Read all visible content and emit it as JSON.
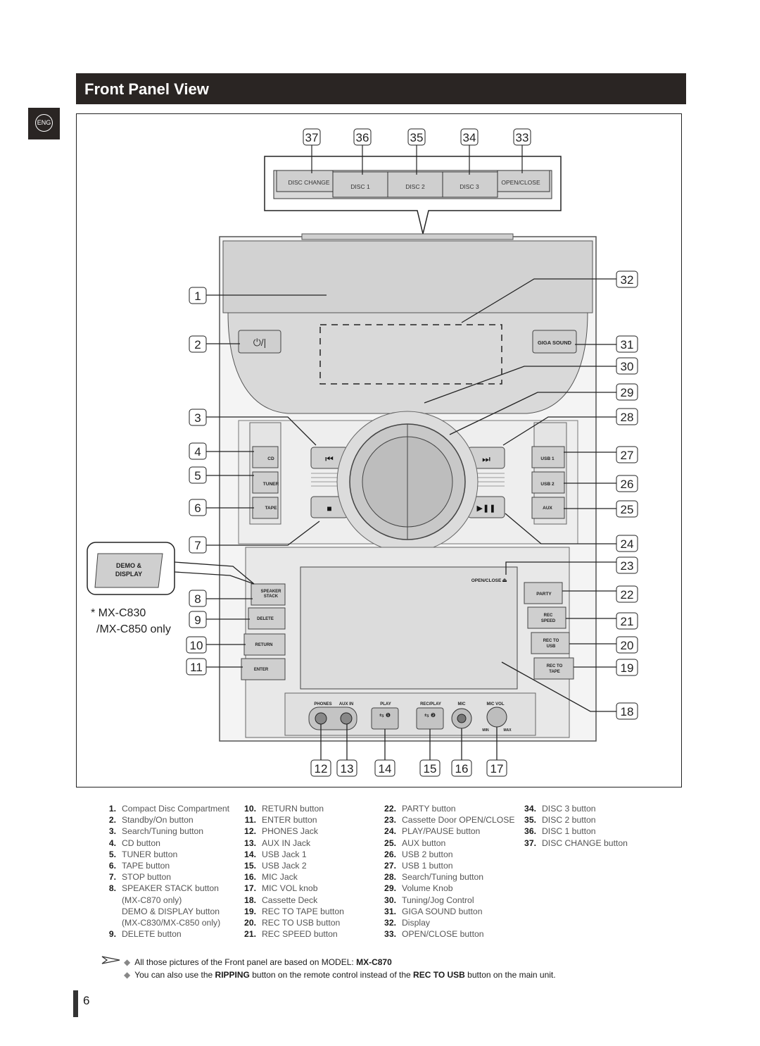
{
  "header": {
    "title": "Front Panel View",
    "lang": "ENG"
  },
  "buttons_top": {
    "disc_change": "DISC CHANGE",
    "disc1": "DISC 1",
    "disc2": "DISC 2",
    "disc3": "DISC 3",
    "open_close": "OPEN/CLOSE"
  },
  "panel_labels": {
    "giga_sound": "GIGA SOUND",
    "cd": "CD",
    "tuner": "TUNER",
    "tape": "TAPE",
    "usb1": "USB 1",
    "usb2": "USB 2",
    "aux": "AUX",
    "demo1": "DEMO &",
    "demo2": "DISPLAY",
    "speaker1": "SPEAKER",
    "speaker2": "STACK",
    "delete": "DELETE",
    "return": "RETURN",
    "enter": "ENTER",
    "party": "PARTY",
    "rec_speed1": "REC",
    "rec_speed2": "SPEED",
    "rec_usb1": "REC TO",
    "rec_usb2": "USB",
    "rec_tape1": "REC TO",
    "rec_tape2": "TAPE",
    "open_close_deck": "OPEN/CLOSE",
    "phones": "PHONES",
    "aux_in": "AUX IN",
    "play": "PLAY",
    "rec_play": "REC/PLAY",
    "mic": "MIC",
    "mic_vol": "MIC VOL",
    "min": "MIN",
    "max": "MAX",
    "model_note1": "* MX-C830",
    "model_note2": "/MX-C850 only"
  },
  "callouts": {
    "c1": "1",
    "c2": "2",
    "c3": "3",
    "c4": "4",
    "c5": "5",
    "c6": "6",
    "c7": "7",
    "c8": "8",
    "c9": "9",
    "c10": "10",
    "c11": "11",
    "c12": "12",
    "c13": "13",
    "c14": "14",
    "c15": "15",
    "c16": "16",
    "c17": "17",
    "c18": "18",
    "c19": "19",
    "c20": "20",
    "c21": "21",
    "c22": "22",
    "c23": "23",
    "c24": "24",
    "c25": "25",
    "c26": "26",
    "c27": "27",
    "c28": "28",
    "c29": "29",
    "c30": "30",
    "c31": "31",
    "c32": "32",
    "c33": "33",
    "c34": "34",
    "c35": "35",
    "c36": "36",
    "c37": "37"
  },
  "legend": [
    [
      {
        "num": "1.",
        "text": "Compact Disc Compartment"
      },
      {
        "num": "2.",
        "text": "Standby/On button"
      },
      {
        "num": "3.",
        "text": "Search/Tuning button"
      },
      {
        "num": "4.",
        "text": "CD button"
      },
      {
        "num": "5.",
        "text": "TUNER button"
      },
      {
        "num": "6.",
        "text": "TAPE button"
      },
      {
        "num": "7.",
        "text": "STOP button"
      },
      {
        "num": "8.",
        "text": "SPEAKER STACK button"
      },
      {
        "num": "",
        "text": "(MX-C870 only)"
      },
      {
        "num": "",
        "text": "DEMO & DISPLAY button"
      },
      {
        "num": "",
        "text": "(MX-C830/MX-C850 only)"
      },
      {
        "num": "9.",
        "text": "DELETE button"
      }
    ],
    [
      {
        "num": "10.",
        "text": "RETURN button"
      },
      {
        "num": "11.",
        "text": "ENTER button"
      },
      {
        "num": "12.",
        "text": "PHONES Jack"
      },
      {
        "num": "13.",
        "text": "AUX IN Jack"
      },
      {
        "num": "14.",
        "text": "USB Jack 1"
      },
      {
        "num": "15.",
        "text": "USB Jack 2"
      },
      {
        "num": "16.",
        "text": "MIC Jack"
      },
      {
        "num": "17.",
        "text": "MIC VOL knob"
      },
      {
        "num": "18.",
        "text": "Cassette Deck"
      },
      {
        "num": "19.",
        "text": "REC TO TAPE button"
      },
      {
        "num": "20.",
        "text": "REC TO USB button"
      },
      {
        "num": "21.",
        "text": "REC SPEED button"
      }
    ],
    [
      {
        "num": "22.",
        "text": "PARTY button"
      },
      {
        "num": "23.",
        "text": "Cassette Door OPEN/CLOSE"
      },
      {
        "num": "24.",
        "text": "PLAY/PAUSE button"
      },
      {
        "num": "25.",
        "text": "AUX button"
      },
      {
        "num": "26.",
        "text": "USB 2 button"
      },
      {
        "num": "27.",
        "text": "USB 1 button"
      },
      {
        "num": "28.",
        "text": "Search/Tuning button"
      },
      {
        "num": "29.",
        "text": "Volume Knob"
      },
      {
        "num": "30.",
        "text": "Tuning/Jog Control"
      },
      {
        "num": "31.",
        "text": "GIGA SOUND button"
      },
      {
        "num": "32.",
        "text": "Display"
      },
      {
        "num": "33.",
        "text": "OPEN/CLOSE button"
      }
    ],
    [
      {
        "num": "34.",
        "text": "DISC 3 button"
      },
      {
        "num": "35.",
        "text": "DISC 2 button"
      },
      {
        "num": "36.",
        "text": "DISC 1 button"
      },
      {
        "num": "37.",
        "text": "DISC CHANGE button"
      }
    ]
  ],
  "notes": {
    "n1_pre": "All those pictures of the Front panel are based on MODEL: ",
    "n1_bold": "MX-C870",
    "n2_a": "You can also use the ",
    "n2_b": "RIPPING",
    "n2_c": " button on the remote control instead of the ",
    "n2_d": "REC TO USB",
    "n2_e": " button on the main unit."
  },
  "page_number": "6"
}
